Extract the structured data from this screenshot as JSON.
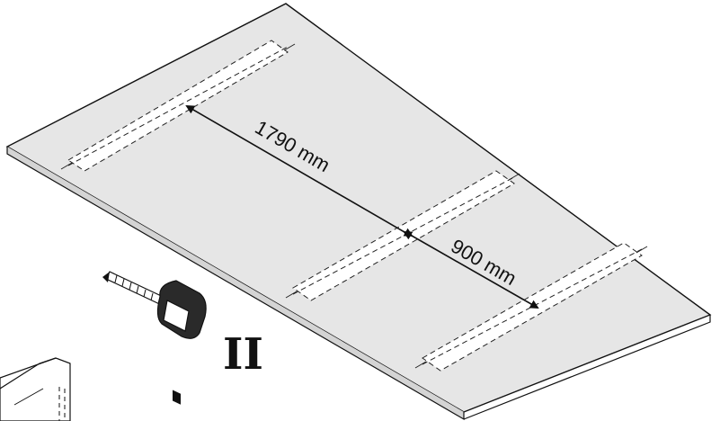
{
  "diagram": {
    "step_numeral": "II",
    "dimensions": {
      "long_spacing": "1790 mm",
      "short_spacing": "900 mm"
    },
    "objects": [
      "panel-board",
      "batten-strip",
      "tape-measure-icon",
      "support-beam"
    ],
    "colors": {
      "board_fill": "#e6e6e6",
      "line": "#111111",
      "background": "#ffffff"
    }
  }
}
